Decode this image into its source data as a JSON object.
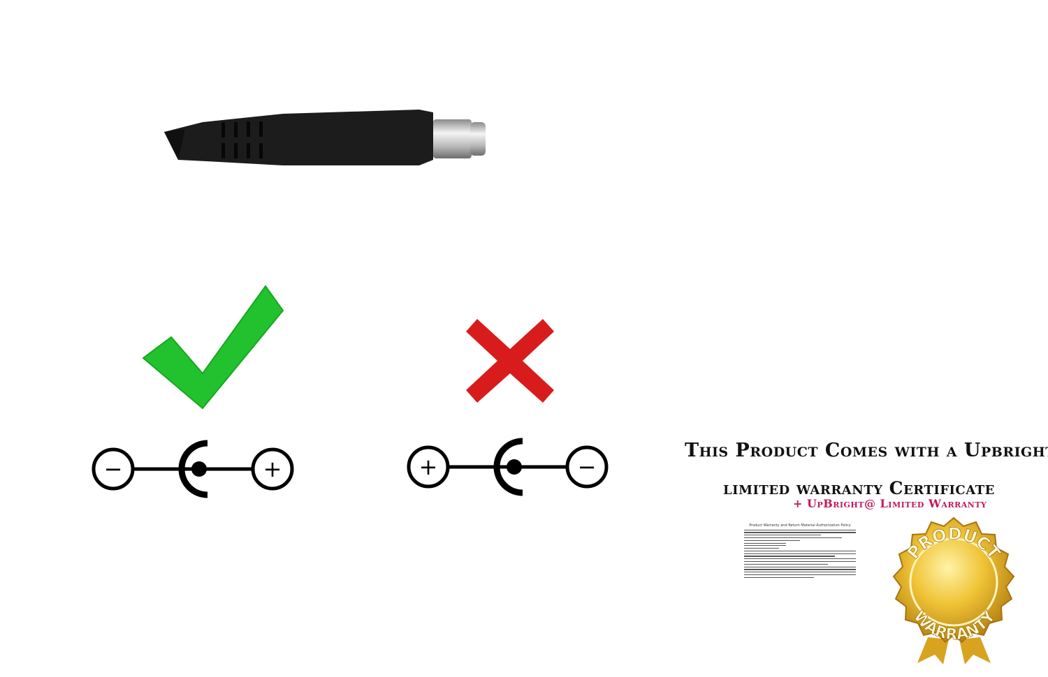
{
  "images": {
    "plug": {
      "icon": "dc-barrel-plug"
    },
    "correct_mark": {
      "icon": "green-checkmark-icon",
      "color": "#22c22e"
    },
    "wrong_mark": {
      "icon": "red-cross-icon",
      "color": "#d81c1c"
    },
    "polarity_correct": {
      "left": "−",
      "center": "C",
      "right": "+"
    },
    "polarity_wrong": {
      "left": "+",
      "center": "C",
      "right": "−"
    }
  },
  "warranty": {
    "line1": "This Product Comes with a Upbright®",
    "line2": "limited warranty Certificate",
    "line3": "+ UpBright@ Limited Warranty",
    "document_heading": "Product Warranty and Return Material Authorization Policy",
    "badge": {
      "top_text": "PRODUCT",
      "bottom_text": "WARRANTY",
      "gold": "#e6b422"
    }
  }
}
